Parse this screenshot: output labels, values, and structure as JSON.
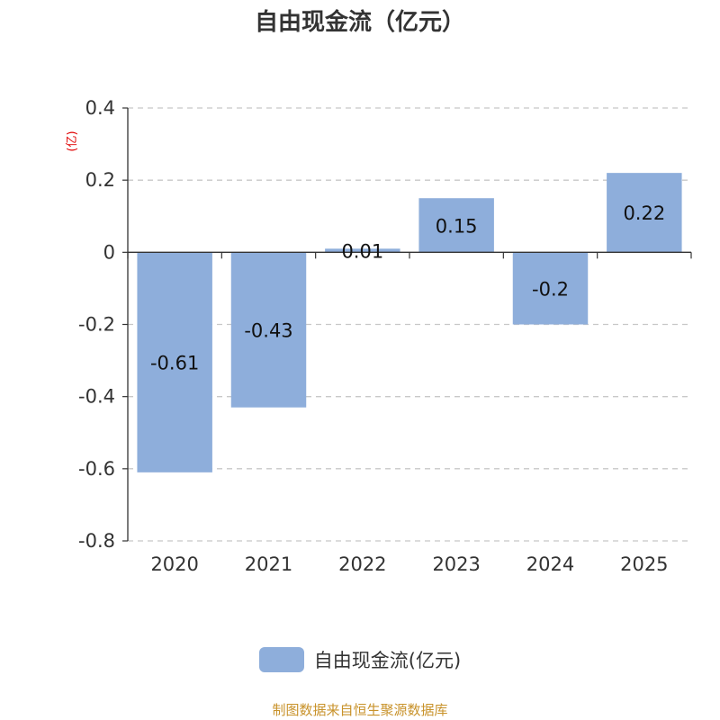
{
  "chart_data": {
    "type": "bar",
    "title": "自由现金流（亿元）",
    "unit_label": "(亿)",
    "categories": [
      "2020",
      "2021",
      "2022",
      "2023",
      "2024",
      "2025"
    ],
    "series": [
      {
        "name": "自由现金流(亿元)",
        "values": [
          -0.61,
          -0.43,
          0.01,
          0.15,
          -0.2,
          0.22
        ]
      }
    ],
    "data_labels": [
      "-0.61",
      "-0.43",
      "0.01",
      "0.15",
      "-0.2",
      "0.22"
    ],
    "ylim": [
      -0.8,
      0.4
    ],
    "yticks": [
      0.4,
      0.2,
      0,
      -0.2,
      -0.4,
      -0.6,
      -0.8
    ],
    "ytick_labels": [
      "0.4",
      "0.2",
      "0",
      "-0.2",
      "-0.4",
      "-0.6",
      "-0.8"
    ],
    "grid": true,
    "legend_position": "bottom-center",
    "bar_color": "#8eaedb",
    "xlabel": "",
    "ylabel": ""
  },
  "footer": {
    "source": "制图数据来自恒生聚源数据库"
  }
}
